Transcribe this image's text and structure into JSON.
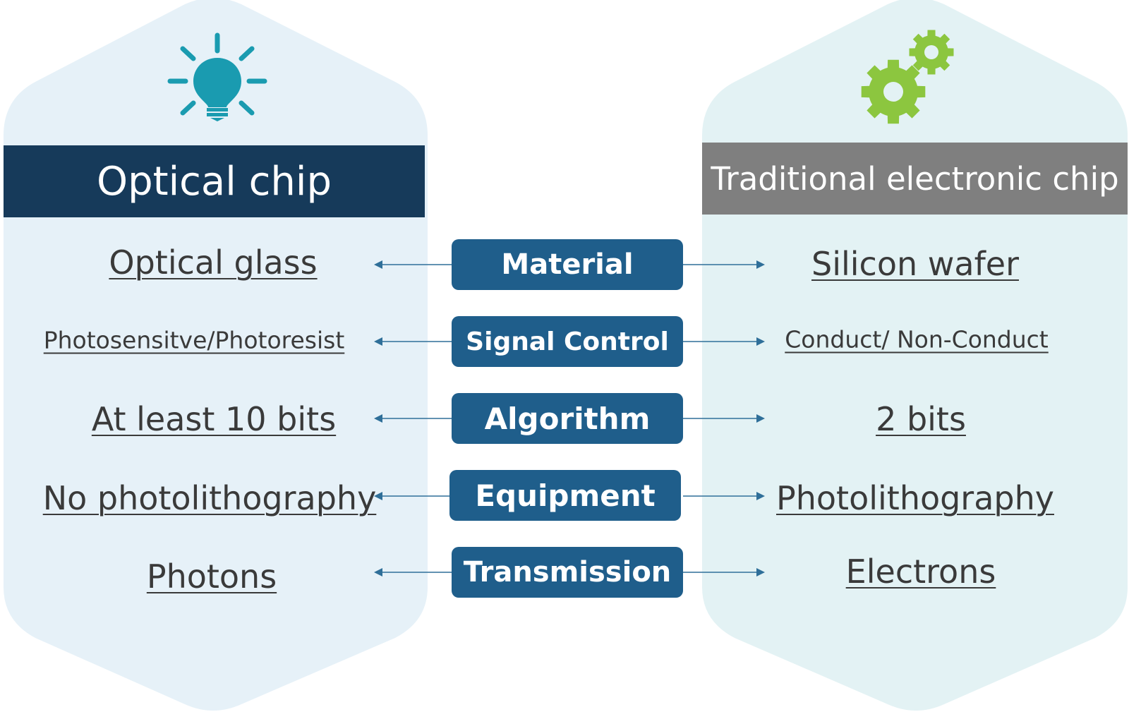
{
  "colors": {
    "left_panel": "#e6f1f8",
    "right_panel": "#e3f2f4",
    "left_header": "#163a5a",
    "right_header": "#7f7f7f",
    "center_box": "#1f5e8b",
    "arrow": "#2f6f99",
    "bulb": "#1a9bb0",
    "gear": "#8cc63f"
  },
  "icons": {
    "left": "lightbulb-icon",
    "right": "gears-icon"
  },
  "left": {
    "title": "Optical chip"
  },
  "right": {
    "title": "Traditional electronic chip"
  },
  "rows": [
    {
      "category": "Material",
      "left": "Optical glass",
      "right": "Silicon wafer"
    },
    {
      "category": "Signal Control",
      "left": "Photosensitve/Photoresist",
      "right": "Conduct/ Non-Conduct"
    },
    {
      "category": "Algorithm",
      "left": "At least 10 bits",
      "right": "2 bits"
    },
    {
      "category": "Equipment",
      "left": "No photolithography",
      "right": "Photolithography"
    },
    {
      "category": "Transmission",
      "left": "Photons",
      "right": "Electrons"
    }
  ]
}
